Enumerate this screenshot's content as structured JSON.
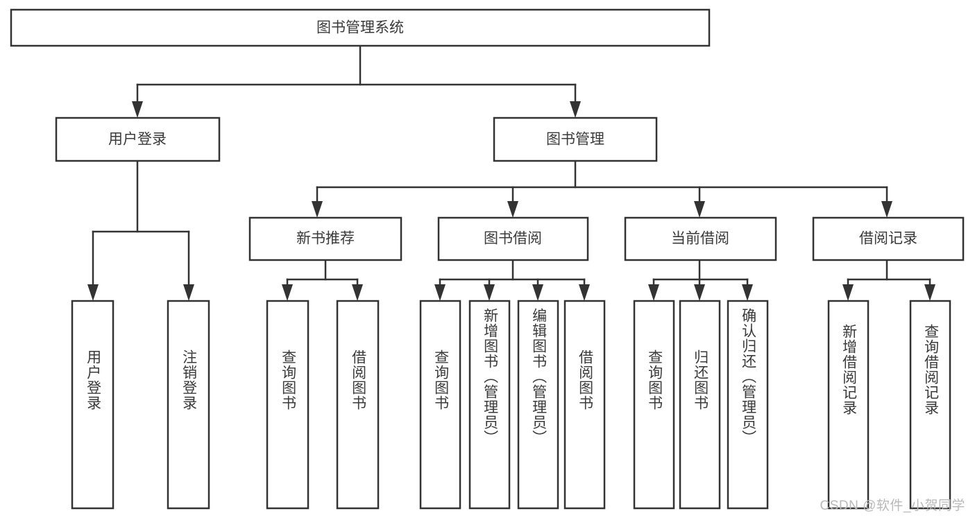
{
  "diagram": {
    "title": "图书管理系统",
    "type": "tree-hierarchy",
    "orientation": "top-down",
    "colors": {
      "node_border": "#333333",
      "node_fill": "#ffffff",
      "connector": "#333333",
      "label_text": "#3a3a3a",
      "background": "#ffffff",
      "watermark": "#b9b9b9"
    }
  },
  "watermark": {
    "text": "CSDN @软件_小贺同学"
  },
  "root": {
    "label": "图书管理系统"
  },
  "level2": [
    {
      "label": "用户登录"
    },
    {
      "label": "图书管理"
    }
  ],
  "level3": [
    {
      "label": "新书推荐"
    },
    {
      "label": "图书借阅"
    },
    {
      "label": "当前借阅"
    },
    {
      "label": "借阅记录"
    }
  ],
  "leaves": {
    "user_login": [
      {
        "label": "用户登录"
      },
      {
        "label": "注销登录"
      }
    ],
    "new_book_recommend": [
      {
        "label": "查询图书"
      },
      {
        "label": "借阅图书"
      }
    ],
    "book_borrow": [
      {
        "label": "查询图书"
      },
      {
        "label": "新增图书（管理员）"
      },
      {
        "label": "编辑图书（管理员）"
      },
      {
        "label": "借阅图书"
      }
    ],
    "current_borrow": [
      {
        "label": "查询图书"
      },
      {
        "label": "归还图书"
      },
      {
        "label": "确认归还（管理员）"
      }
    ],
    "borrow_record": [
      {
        "label": "新增借阅记录"
      },
      {
        "label": "查询借阅记录"
      }
    ]
  }
}
